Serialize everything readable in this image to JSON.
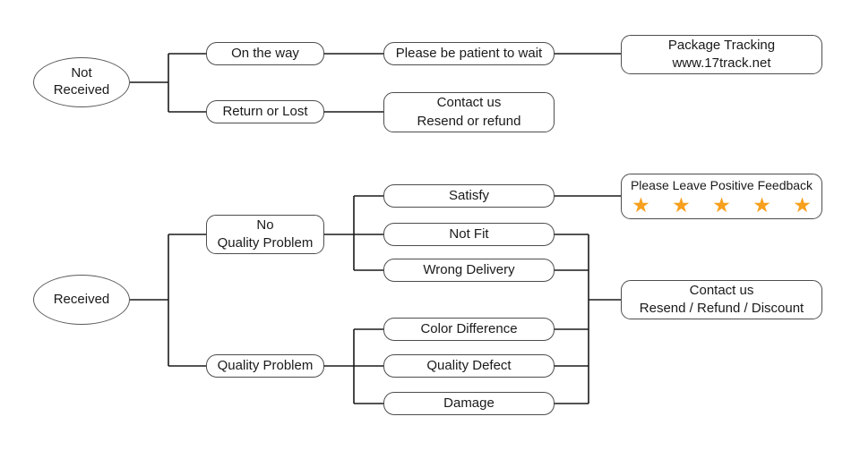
{
  "diagram": {
    "title": "Package received / not received customer service flowchart",
    "colors": {
      "background": "#ffffff",
      "line": "#1a1a1a",
      "box_border": "#4d4d4d",
      "text": "#1a1a1a",
      "star": "#F7A01E"
    },
    "nodes": {
      "not_received": {
        "lines": [
          "Not",
          "Received"
        ]
      },
      "on_the_way": {
        "lines": [
          "On the way"
        ]
      },
      "be_patient": {
        "lines": [
          "Please be patient to wait"
        ]
      },
      "package_tracking": {
        "lines": [
          "Package Tracking",
          "www.17track.net"
        ]
      },
      "return_or_lost": {
        "lines": [
          "Return or Lost"
        ]
      },
      "contact_resend_refund": {
        "lines": [
          "Contact us",
          "Resend or refund"
        ]
      },
      "received": {
        "lines": [
          "Received"
        ]
      },
      "no_quality_problem": {
        "lines": [
          "No",
          "Quality Problem"
        ]
      },
      "quality_problem": {
        "lines": [
          "Quality Problem"
        ]
      },
      "satisfy": {
        "lines": [
          "Satisfy"
        ]
      },
      "not_fit": {
        "lines": [
          "Not Fit"
        ]
      },
      "wrong_delivery": {
        "lines": [
          "Wrong Delivery"
        ]
      },
      "color_difference": {
        "lines": [
          "Color Difference"
        ]
      },
      "quality_defect": {
        "lines": [
          "Quality Defect"
        ]
      },
      "damage": {
        "lines": [
          "Damage"
        ]
      },
      "positive_feedback": {
        "lines": [
          "Please Leave Positive Feedback"
        ],
        "stars": "★ ★ ★ ★ ★",
        "star_count": 5
      },
      "contact_resend_refund_discount": {
        "lines": [
          "Contact us",
          "Resend / Refund / Discount"
        ]
      }
    },
    "edges": [
      "not_received -> on_the_way",
      "not_received -> return_or_lost",
      "on_the_way -> be_patient",
      "be_patient -> package_tracking",
      "return_or_lost -> contact_resend_refund",
      "received -> no_quality_problem",
      "received -> quality_problem",
      "no_quality_problem -> satisfy",
      "no_quality_problem -> not_fit",
      "no_quality_problem -> wrong_delivery",
      "quality_problem -> color_difference",
      "quality_problem -> quality_defect",
      "quality_problem -> damage",
      "satisfy -> positive_feedback",
      "not_fit -> contact_resend_refund_discount",
      "wrong_delivery -> contact_resend_refund_discount",
      "color_difference -> contact_resend_refund_discount",
      "quality_defect -> contact_resend_refund_discount",
      "damage -> contact_resend_refund_discount"
    ]
  }
}
